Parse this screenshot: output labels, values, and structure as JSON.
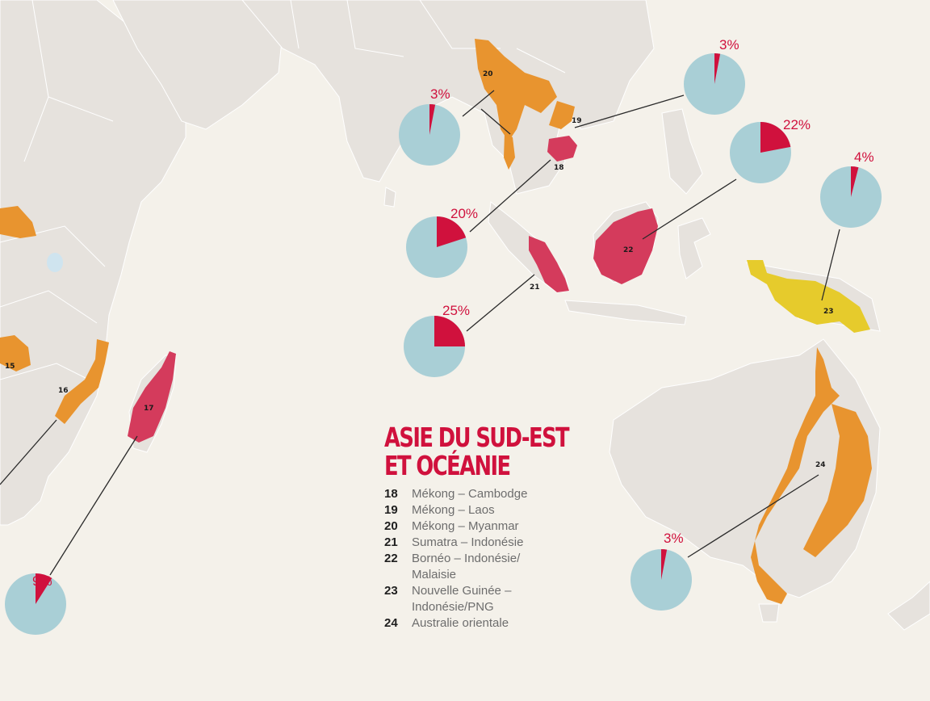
{
  "legend": {
    "title_line1": "ASIE DU SUD-EST",
    "title_line2": "ET OCÉANIE",
    "items": [
      {
        "num": "18",
        "label": "Mékong – Cambodge"
      },
      {
        "num": "19",
        "label": "Mékong – Laos"
      },
      {
        "num": "20",
        "label": "Mékong – Myanmar"
      },
      {
        "num": "21",
        "label": "Sumatra – Indonésie"
      },
      {
        "num": "22",
        "label": "Bornéo – Indonésie/ Malaisie"
      },
      {
        "num": "23",
        "label": "Nouvelle Guinée – Indonésie/PNG"
      },
      {
        "num": "24",
        "label": "Australie orientale"
      }
    ]
  },
  "region_numbers": [
    "15",
    "16",
    "17",
    "18",
    "19",
    "20",
    "21",
    "22",
    "23",
    "24"
  ],
  "pies": [
    {
      "id": "pie-madagascar",
      "label": "9%",
      "value": 9
    },
    {
      "id": "pie-myanmar",
      "label": "3%",
      "value": 3
    },
    {
      "id": "pie-laos",
      "label": "3%",
      "value": 3
    },
    {
      "id": "pie-cambodge",
      "label": "20%",
      "value": 20
    },
    {
      "id": "pie-sumatra",
      "label": "25%",
      "value": 25
    },
    {
      "id": "pie-borneo",
      "label": "22%",
      "value": 22
    },
    {
      "id": "pie-nouvelle-guinee",
      "label": "4%",
      "value": 4
    },
    {
      "id": "pie-australie",
      "label": "3%",
      "value": 3
    }
  ],
  "colors": {
    "ocean": "#f4f1ea",
    "land": "#e6e2dd",
    "border": "#ffffff",
    "pie_base": "#a9cfd6",
    "pie_share": "#d0113d",
    "region_orange": "#e8942f",
    "region_red": "#d43b5c",
    "region_yellow": "#e6cb2c",
    "lake": "#cfe4ef"
  }
}
